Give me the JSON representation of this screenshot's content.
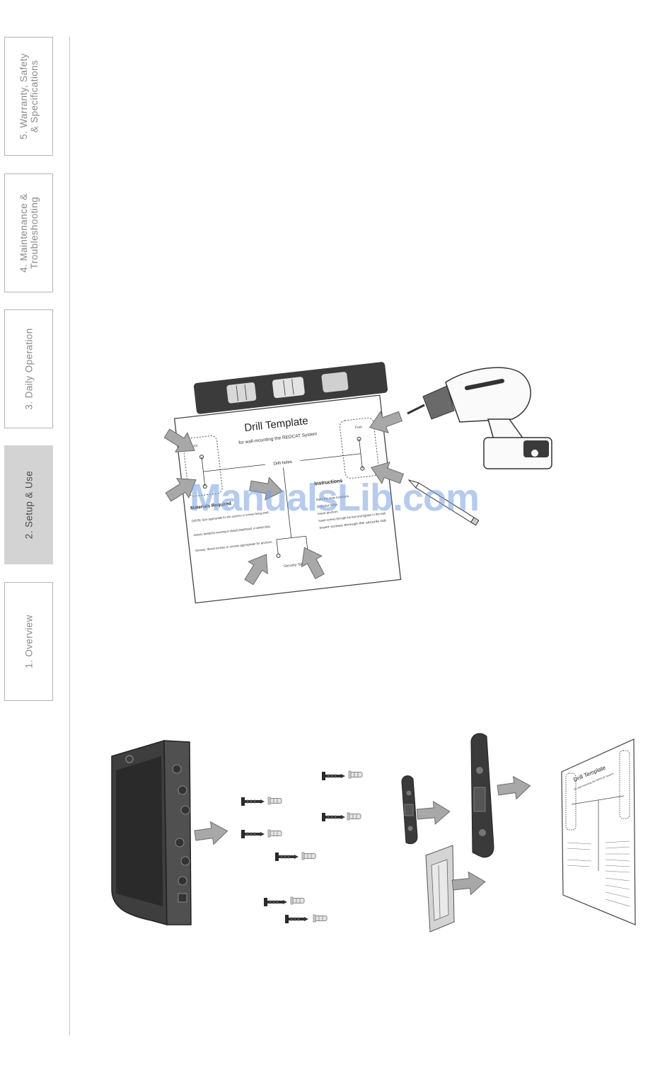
{
  "nav": {
    "tabs": [
      {
        "label": "5. Warranty, Safety\n& Specifications",
        "active": false
      },
      {
        "label": "4. Maintenance &\nTroubleshooting",
        "active": false
      },
      {
        "label": "3. Daily Operation",
        "active": false
      },
      {
        "label": "2. Setup & Use",
        "active": true
      },
      {
        "label": "1. Overview",
        "active": false
      }
    ]
  },
  "template_illustration": {
    "title": "Drill Template",
    "subtitle": "for wall-mounting the REDCAT System",
    "drill_holes_label": "Drill holes",
    "foot_label": "Foot",
    "security_tab_label": "Security Tab",
    "instructions_heading": "Instructions",
    "materials_heading": "Materials Required",
    "drill_bit_text": "Drill Bit: Size appropriate for the anchors or screws being used.",
    "anchors_text": "Anchors: Needed for mounting on drywall, plasterboard, or cement block.",
    "screws_text": "Screws: Wood screws or screws appropriate for anchors.",
    "instruction_steps": [
      "Mark the hole locations",
      "Drill pilot holes",
      "Insert anchors",
      "Insert screws through the feet and tighten to the wall",
      "Insert screws through the security tab"
    ]
  },
  "mount_illustration": {
    "mini_title": "Drill Template",
    "mini_subtitle": "for wall-mounting the REDCAT System"
  },
  "watermark": "ManualsLib.com",
  "colors": {
    "tab_border": "#b4b4b4",
    "tab_active": "#d3d3d3",
    "arrow": "#a8a8a8",
    "device": "#3a3a3a"
  }
}
